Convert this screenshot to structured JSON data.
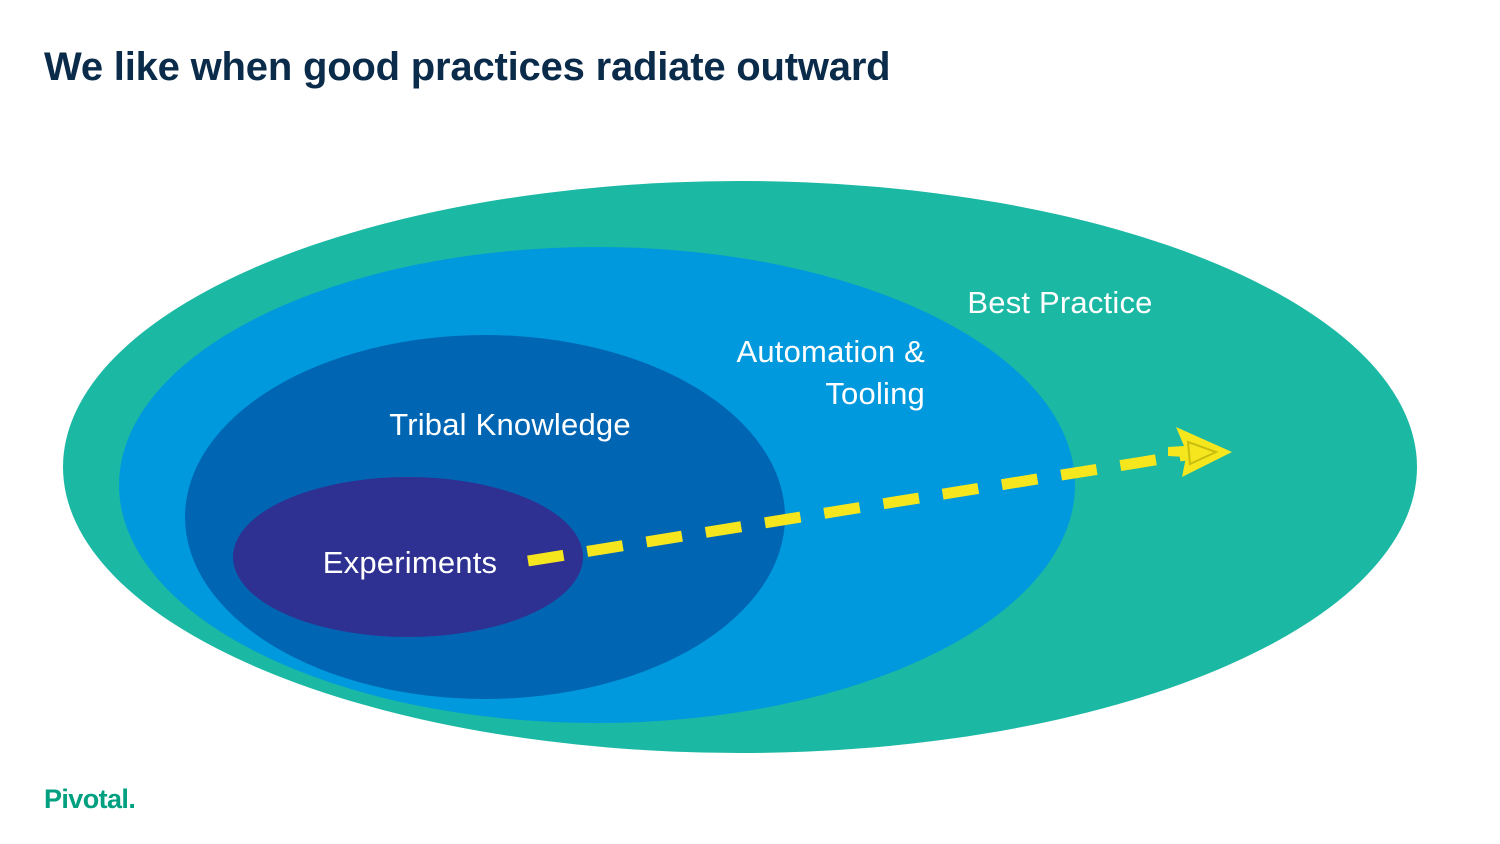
{
  "slide": {
    "title": "We like when good practices radiate outward",
    "background_color": "#FFFFFF",
    "title_color": "#0B2B4A"
  },
  "brand": {
    "name": "Pivotal",
    "punctuation": ".",
    "color": "#00A080"
  },
  "diagram": {
    "type": "concentric-ellipses",
    "description": "Four nested ellipses with a dashed arrow radiating outward from the innermost ring to beyond the outermost ring",
    "rings": [
      {
        "label": "Best Practice",
        "color": "#1BB8A4",
        "level": 4,
        "label_color": "#FFFFFF"
      },
      {
        "label": "Automation &\nTooling",
        "color": "#0099DD",
        "level": 3,
        "label_color": "#FFFFFF"
      },
      {
        "label": "Tribal Knowledge",
        "color": "#0066B3",
        "level": 2,
        "label_color": "#FFFFFF"
      },
      {
        "label": "Experiments",
        "color": "#2E3192",
        "level": 1,
        "label_color": "#FFFFFF"
      }
    ],
    "arrow": {
      "style": "dashed",
      "color": "#F6E61E",
      "direction": "outward-right",
      "head": "triangle"
    }
  }
}
